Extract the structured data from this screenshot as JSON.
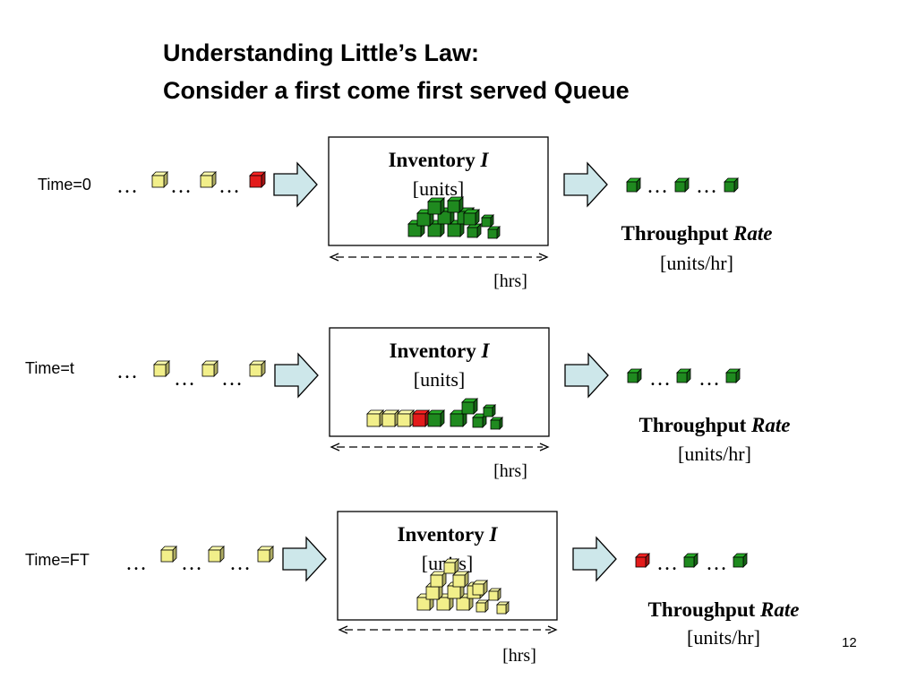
{
  "slide": {
    "title_line1": "Understanding Little’s Law:",
    "title_line2": "Consider a first come first served Queue",
    "page_number": "12"
  },
  "rows": [
    {
      "time_label": "Time=0",
      "inventory_label": "Inventory",
      "inventory_symbol": "I",
      "inventory_units": "[units]",
      "time_units": "[hrs]",
      "throughput_label": "Throughput",
      "throughput_symbol": "Rate",
      "throughput_units": "[units/hr]"
    },
    {
      "time_label": "Time=t",
      "inventory_label": "Inventory",
      "inventory_symbol": "I",
      "inventory_units": "[units]",
      "time_units": "[hrs]",
      "throughput_label": "Throughput",
      "throughput_symbol": "Rate",
      "throughput_units": "[units/hr]"
    },
    {
      "time_label": "Time=FT",
      "inventory_label": "Inventory",
      "inventory_symbol": "I",
      "inventory_units": "[units]",
      "time_units": "[hrs]",
      "throughput_label": "Throughput",
      "throughput_symbol": "Rate",
      "throughput_units": "[units/hr]"
    }
  ],
  "ellipsis": "…",
  "colors": {
    "yellow_cube": "#f2ef8a",
    "green_cube": "#1f8a1f",
    "red_cube": "#e31b1b",
    "arrow_fill": "#cde7ea",
    "ink": "#000000"
  }
}
